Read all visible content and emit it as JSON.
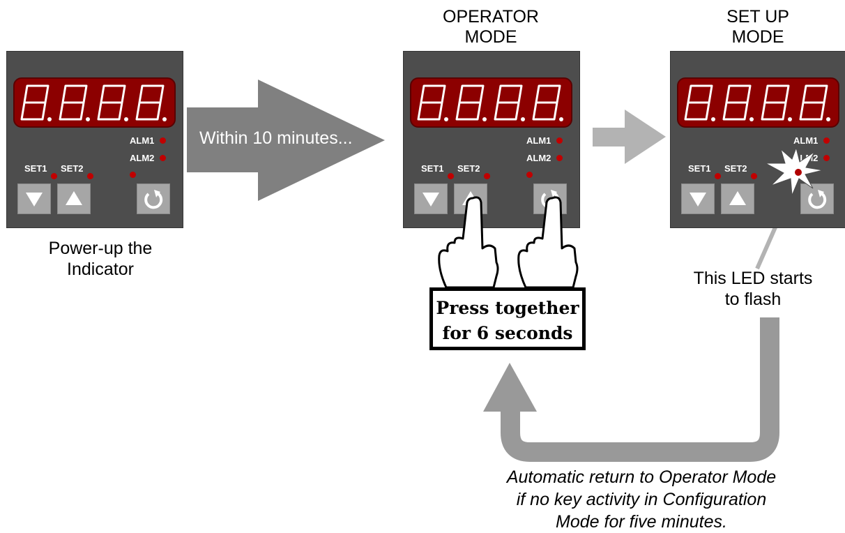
{
  "titles": {
    "operator_line1": "OPERATOR",
    "operator_line2": "MODE",
    "setup_line1": "SET UP",
    "setup_line2": "MODE"
  },
  "device": {
    "alm1": "ALM1",
    "alm2": "ALM2",
    "set1": "SET1",
    "set2": "SET2",
    "display_color": "#8c0000",
    "led_color": "#c00000",
    "panel_color": "#4d4d4d",
    "key_color": "#a6a6a6"
  },
  "arrow1_text": "Within 10 minutes...",
  "caption_left_line1": "Power-up the",
  "caption_left_line2": "Indicator",
  "press_line1": "Press together",
  "press_line2": "for 6 seconds",
  "led_note_line1": "This LED starts",
  "led_note_line2": "to flash",
  "return_line1": "Automatic return to Operator Mode",
  "return_line2": "if no key activity in Configuration",
  "return_line3": "Mode for five minutes."
}
